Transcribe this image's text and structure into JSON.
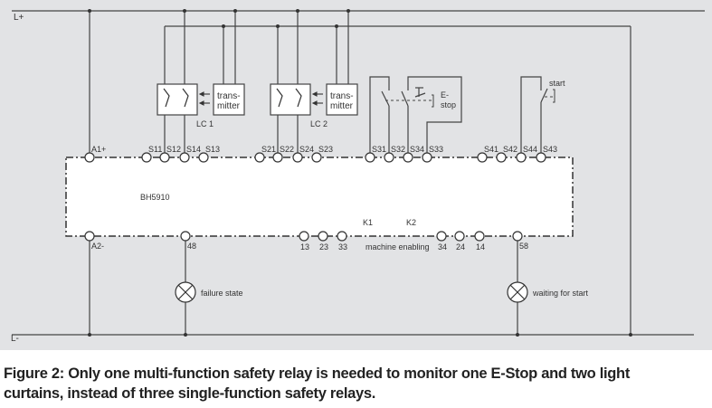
{
  "diagram": {
    "rails": {
      "positive": "L+",
      "negative": "L-"
    },
    "relay": {
      "model": "BH5910"
    },
    "light_curtains": [
      {
        "label": "LC 1",
        "transmitter_line1": "trans-",
        "transmitter_line2": "mitter"
      },
      {
        "label": "LC 2",
        "transmitter_line1": "trans-",
        "transmitter_line2": "mitter"
      }
    ],
    "estop": {
      "label_line1": "E-",
      "label_line2": "stop"
    },
    "start": {
      "label": "start"
    },
    "top_terminals": [
      "A1+",
      "S11",
      "S12",
      "S14",
      "S13",
      "S21",
      "S22",
      "S24",
      "S23",
      "S31",
      "S32",
      "S34",
      "S33",
      "S41",
      "S42",
      "S44",
      "S43"
    ],
    "bottom_terminals": [
      "A2-",
      "48",
      "13",
      "23",
      "33",
      "34",
      "24",
      "14",
      "58"
    ],
    "contactors": [
      "K1",
      "K2"
    ],
    "machine_enabling": "machine enabling",
    "lamps": [
      {
        "label": "failure state"
      },
      {
        "label": "waiting for start"
      }
    ]
  },
  "caption": {
    "line1": "Figure 2: Only one multi-function safety relay is needed to monitor one E-Stop and two light",
    "line2": "curtains, instead of three single-function safety relays."
  }
}
